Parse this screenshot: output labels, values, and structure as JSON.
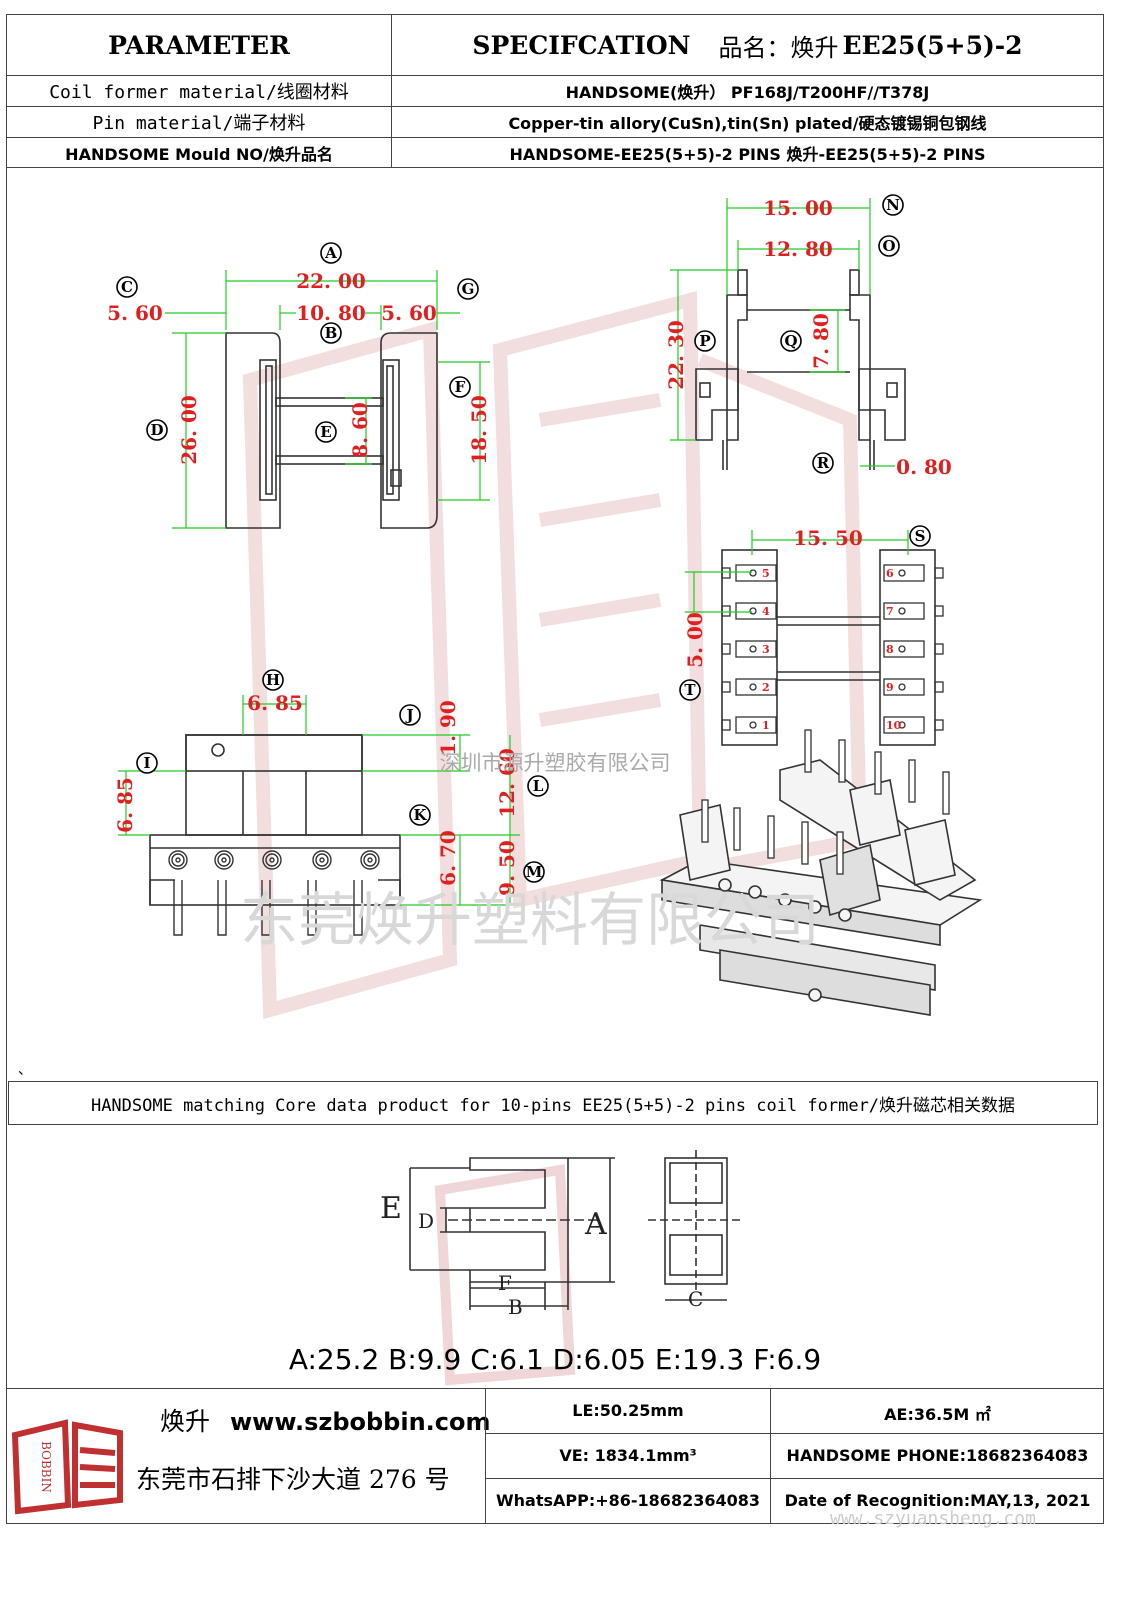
{
  "header": {
    "parameter": "PARAMETER",
    "specification": "SPECIFCATION",
    "product_prefix": "品名：焕升",
    "product_code": "EE25(5+5)-2"
  },
  "rows": [
    {
      "label": "Coil former material/线圈材料",
      "value": "HANDSOME(焕升）  PF168J/T200HF//T378J"
    },
    {
      "label": "Pin material/端子材料",
      "value": "Copper-tin allory(CuSn),tin(Sn) plated/硬态镀锡铜包钢线"
    },
    {
      "label": "HANDSOME Mould NO/焕升品名",
      "value": "HANDSOME-EE25(5+5)-2 PINS   焕升-EE25(5+5)-2 PINS"
    }
  ],
  "drawing": {
    "labels": {
      "A": "A",
      "B": "B",
      "C": "C",
      "D": "D",
      "E": "E",
      "F": "F",
      "G": "G",
      "H": "H",
      "I": "I",
      "J": "J",
      "K": "K",
      "L": "L",
      "M": "M",
      "N": "N",
      "O": "O",
      "P": "P",
      "Q": "Q",
      "R": "R",
      "S": "S",
      "T": "T"
    },
    "dims": {
      "A": "22. 00",
      "B": "10. 80",
      "C": "5. 60",
      "G": "5. 60",
      "D": "26. 00",
      "E": "8. 60",
      "F": "18. 50",
      "N": "15. 00",
      "O": "12. 80",
      "P": "22. 30",
      "Q": "7. 80",
      "R": "0. 80",
      "S": "15. 50",
      "T": "5. 00",
      "H": "6. 85",
      "I": "6. 85",
      "J": "1. 90",
      "K": "6. 70",
      "L": "12. 60",
      "M": "9. 50"
    },
    "pin_numbers_left": [
      "5",
      "4",
      "3",
      "2",
      "1"
    ],
    "pin_numbers_right": [
      "6",
      "7",
      "8",
      "9",
      "10"
    ],
    "watermark_small": "深圳市源升塑胶有限公司",
    "watermark_large": "东莞焕升塑料有限公司",
    "tick_mark": "、"
  },
  "core_section": {
    "title": "HANDSOME matching Core data  product for 10-pins EE25(5+5)-2 pins coil former/焕升磁芯相关数据",
    "labels": {
      "A": "A",
      "B": "B",
      "C": "C",
      "D": "D",
      "E": "E",
      "F": "F"
    },
    "values": "A:25.2 B:9.9 C:6.1 D:6.05 E:19.3 F:6.9"
  },
  "footer": {
    "brand": "焕升",
    "website": "www.szbobbin.com",
    "address": "东莞市石排下沙大道 276 号",
    "logo_text": "BOBBIN",
    "le": "LE:50.25mm",
    "ae": "AE:36.5M ㎡",
    "ve": "VE: 1834.1mm³",
    "phone": "HANDSOME PHONE:18682364083",
    "whatsapp": "WhatsAPP:+86-18682364083",
    "date": "Date of Recognition:MAY,13, 2021",
    "url_watermark": "www.szyuansheng.com"
  },
  "colors": {
    "dim": "#e02020",
    "ext": "#22cc22",
    "line": "#333333",
    "watermark": "#e8c8c8"
  }
}
